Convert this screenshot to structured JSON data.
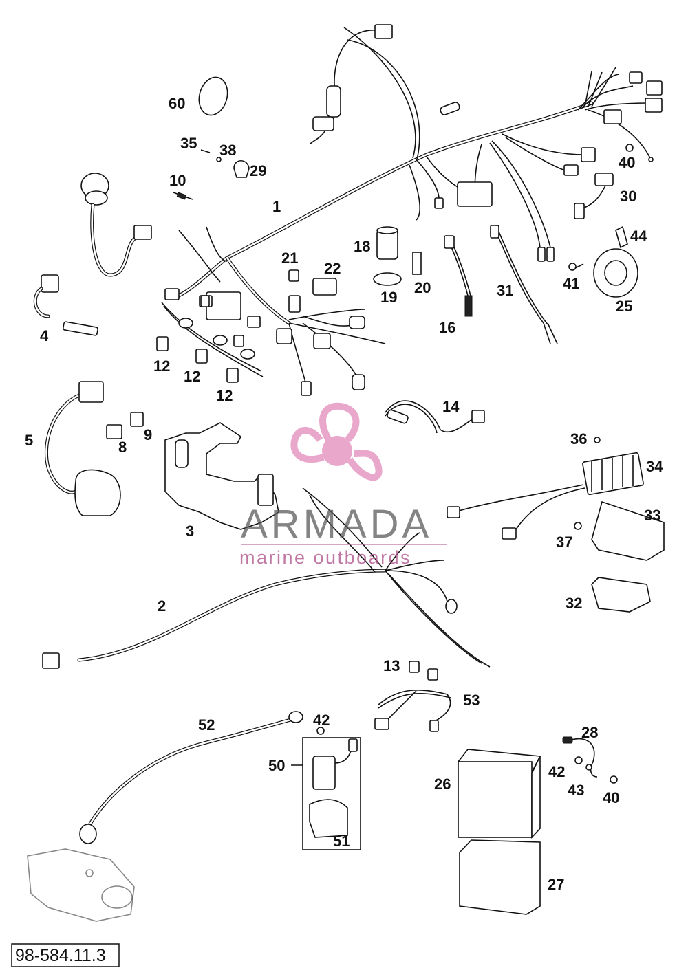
{
  "diagram": {
    "reference_code": "98-584.11.3",
    "part_labels": [
      "1",
      "2",
      "3",
      "4",
      "5",
      "8",
      "9",
      "10",
      "12",
      "12",
      "12",
      "13",
      "14",
      "16",
      "18",
      "19",
      "20",
      "21",
      "22",
      "25",
      "26",
      "27",
      "28",
      "29",
      "30",
      "31",
      "32",
      "33",
      "34",
      "35",
      "36",
      "37",
      "38",
      "40",
      "40",
      "41",
      "42",
      "42",
      "43",
      "44",
      "50",
      "51",
      "52",
      "53",
      "60"
    ]
  },
  "watermark": {
    "brand": "ARMADA",
    "tagline": "marine outboards",
    "logo_color": "#e9a7cc",
    "text_color": "#555555"
  }
}
